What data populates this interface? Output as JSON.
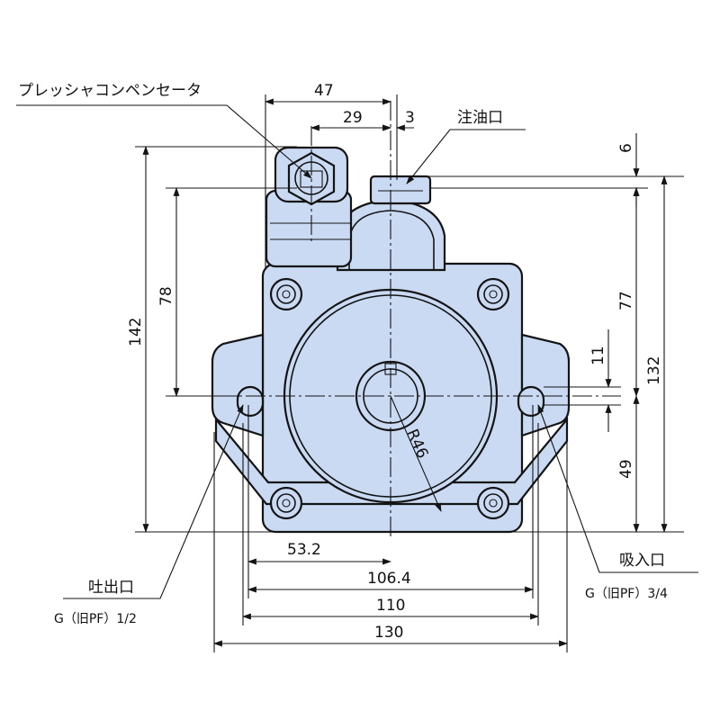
{
  "labels": {
    "pressure_compensator": "プレッシャコンペンセータ",
    "oil_fill_port": "注油口",
    "discharge_port": "吐出口",
    "discharge_spec": "G（旧PF）1/2",
    "suction_port": "吸入口",
    "suction_spec": "G（旧PF）3/4"
  },
  "dimensions": {
    "d47": "47",
    "d29": "29",
    "d3": "3",
    "d6": "6",
    "d142": "142",
    "d78": "78",
    "d77": "77",
    "d132": "132",
    "d11": "11",
    "d49": "49",
    "r46": "R46",
    "d53_2": "53.2",
    "d106_4": "106.4",
    "d110": "110",
    "d130": "130"
  },
  "colors": {
    "body_fill": "#c9daf2",
    "line": "#141414"
  }
}
